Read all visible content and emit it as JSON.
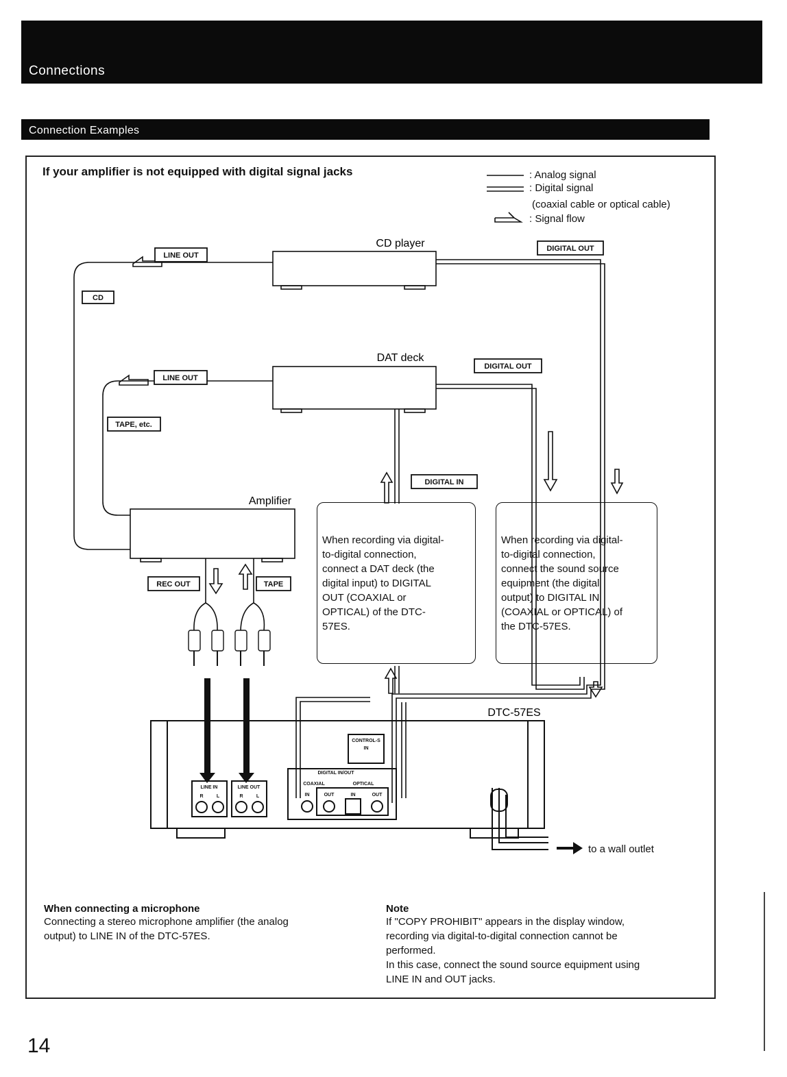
{
  "header": {
    "title": "Connections"
  },
  "section": {
    "title": "Connection Examples"
  },
  "diagram": {
    "title": "If your amplifier is not equipped with digital signal jacks",
    "legend": {
      "analog": ": Analog signal",
      "digital": ": Digital signal",
      "digital_note": "(coaxial cable or optical cable)",
      "flow": ": Signal flow"
    },
    "devices": {
      "cd_player": "CD player",
      "dat_deck": "DAT deck",
      "amplifier": "Amplifier",
      "dtc": "DTC-57ES"
    },
    "labels": {
      "line_out_cd": "LINE OUT",
      "cd": "CD",
      "digital_out_cd": "DIGITAL OUT",
      "line_out_dat": "LINE OUT",
      "tape_etc": "TAPE, etc.",
      "digital_out_dat": "DIGITAL OUT",
      "digital_in": "DIGITAL IN",
      "rec_out": "REC OUT",
      "tape": "TAPE"
    },
    "panel": {
      "control_s": "CONTROL-S",
      "control_s_in": "IN",
      "digital_inout": "DIGITAL IN/OUT",
      "coaxial": "COAXIAL",
      "optical": "OPTICAL",
      "in": "IN",
      "out": "OUT",
      "line_in": "LINE IN",
      "line_out": "LINE OUT",
      "r": "R",
      "l": "L"
    },
    "callout_left": [
      "When recording via digital-",
      "to-digital connection,",
      "connect a DAT deck (the",
      "digital input) to DIGITAL",
      "OUT (COAXIAL or",
      "OPTICAL) of the DTC-",
      "57ES."
    ],
    "callout_right": [
      "When recording via digital-",
      "to-digital connection,",
      "connect the sound source",
      "equipment (the digital",
      "output) to DIGITAL IN",
      "(COAXIAL or OPTICAL) of",
      "the DTC-57ES."
    ],
    "wall_outlet": "to a wall outlet"
  },
  "footer": {
    "microphone": {
      "heading": "When connecting a microphone",
      "body": [
        "Connecting a stereo microphone amplifier (the analog",
        "output) to LINE IN of the DTC-57ES."
      ]
    },
    "note": {
      "heading": "Note",
      "body": [
        "If \"COPY PROHIBIT\" appears in the display window,",
        "recording via digital-to-digital connection cannot be",
        "performed.",
        "In this case, connect the sound source equipment using",
        "LINE IN and OUT jacks."
      ]
    }
  },
  "page_number": "14"
}
